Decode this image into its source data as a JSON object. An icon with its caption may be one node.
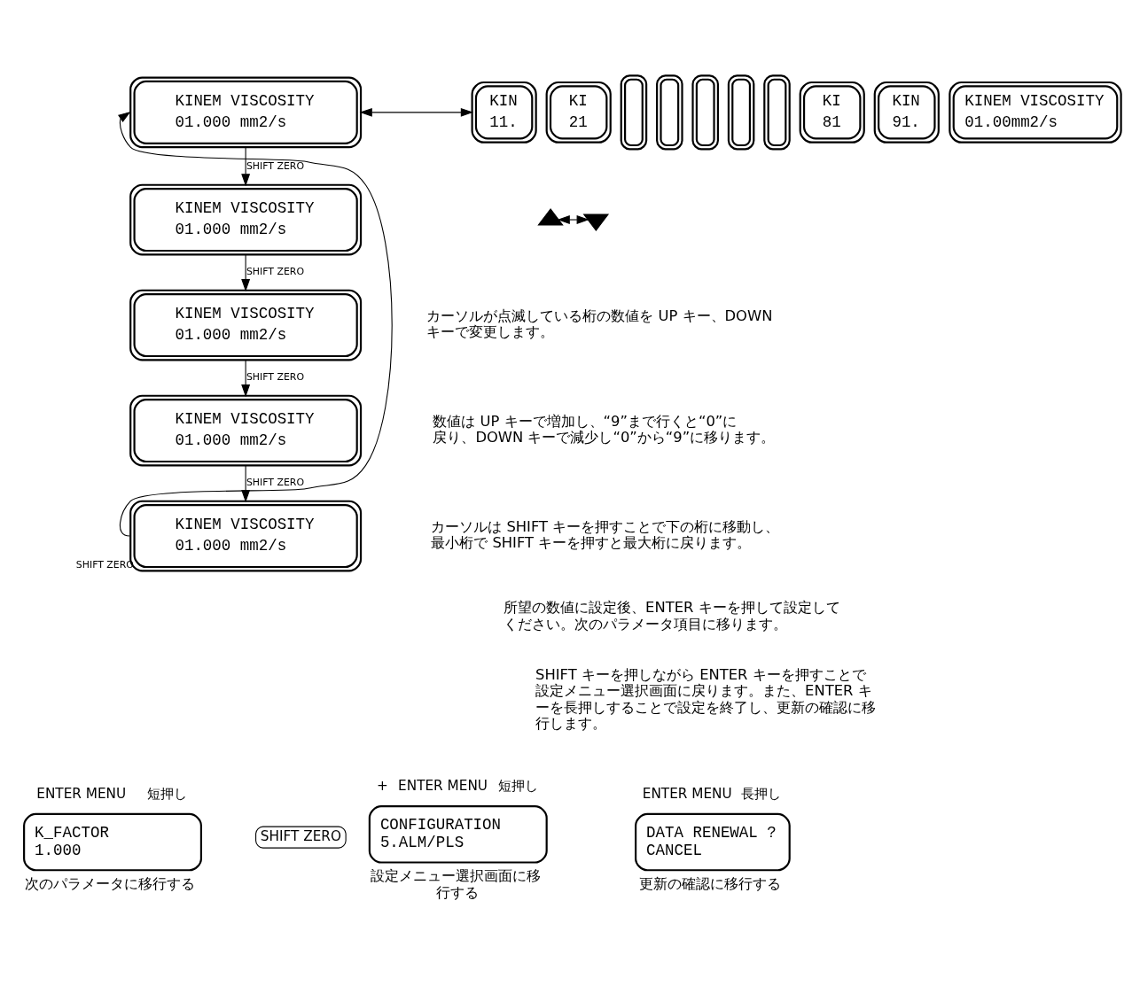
{
  "diagram": {
    "nodes": [
      {
        "text": [
          "KINEM VISCOSITY",
          "01.000 mm2/s"
        ]
      },
      {
        "text": [
          "KINEM VISCOSITY",
          "01.000 mm2/s"
        ]
      },
      {
        "text": [
          "KINEM VISCOSITY",
          "01.000 mm2/s"
        ]
      },
      {
        "text": [
          "KINEM VISCOSITY",
          "01.000 mm2/s"
        ]
      },
      {
        "text": [
          "KINEM VISCOSITY",
          "01.000 mm2/s"
        ]
      },
      {
        "text": [
          "KIN",
          "11."
        ]
      },
      {
        "text": [
          "KI",
          "21"
        ]
      },
      {
        "text": [],
        "shape": "box"
      },
      {
        "text": [],
        "shape": "box"
      },
      {
        "text": [],
        "shape": "box"
      },
      {
        "text": [],
        "shape": "box"
      },
      {
        "text": [],
        "shape": "box"
      },
      {
        "text": [
          "KI",
          "81"
        ]
      },
      {
        "text": [
          "KIN",
          "91."
        ]
      },
      {
        "text": [
          "KINEM VISCOSITY",
          "01.00mm2/s"
        ]
      },
      {
        "text": [],
        "shape": "triangle"
      },
      {
        "text": [],
        "shape": "triangle"
      },
      {
        "text": [
          "K_FACTOR",
          "1.000"
        ],
        "beside": [
          "ENTER MENU",
          "短押し",
          "次のパラメータに移行する"
        ]
      },
      {
        "text": [
          "CONFIGURATION",
          "5.ALM/PLS"
        ],
        "beside": [
          "+",
          "ENTER MENU",
          "短押し",
          "設定メニュー選択画面に移行する"
        ]
      },
      {
        "text": [
          "DATA RENEWAL ?",
          "CANCEL"
        ],
        "beside": [
          "ENTER MENU",
          "長押し",
          "更新の確認に移行する"
        ]
      }
    ],
    "edges": [
      {
        "from": 0,
        "to": 1,
        "arrow": "to",
        "label": "SHIFT ZERO"
      },
      {
        "from": 1,
        "to": 2,
        "arrow": "to",
        "label": "SHIFT ZERO"
      },
      {
        "from": 2,
        "to": 3,
        "arrow": "to",
        "label": "SHIFT ZERO"
      },
      {
        "from": 3,
        "to": 4,
        "arrow": "to",
        "label": "SHIFT ZERO"
      },
      {
        "from": 4,
        "to": 0,
        "arrow": "to",
        "label": "SHIFT ZERO"
      },
      {
        "from": 0,
        "to": 5,
        "arrow": "both"
      },
      {
        "from": 15,
        "to": 16,
        "arrow": "both"
      }
    ],
    "labels": [
      "カーソルが点滅している桁の数値を UP キー、DOWN キーで変更します。",
      "数値は UP キーで増加し、“9”まで行くと“0”に戻り、DOWN キーで減少し“0”から“9”に移ります。",
      "カーソルは SHIFT キーを押すことで下の桁に移動し、最小桁で SHIFT キーを押すと最大桁に戻ります。",
      "所望の数値に設定後、ENTER キーを押して設定してください。次のパラメータ項目に移ります。",
      "SHIFT キーを押しながら ENTER キーを押すことで設定メニュー選択画面に戻ります。また、ENTER キーを長押しすることで設定を終了し、更新の確認に移行します。",
      "SHIFT ZERO"
    ]
  }
}
